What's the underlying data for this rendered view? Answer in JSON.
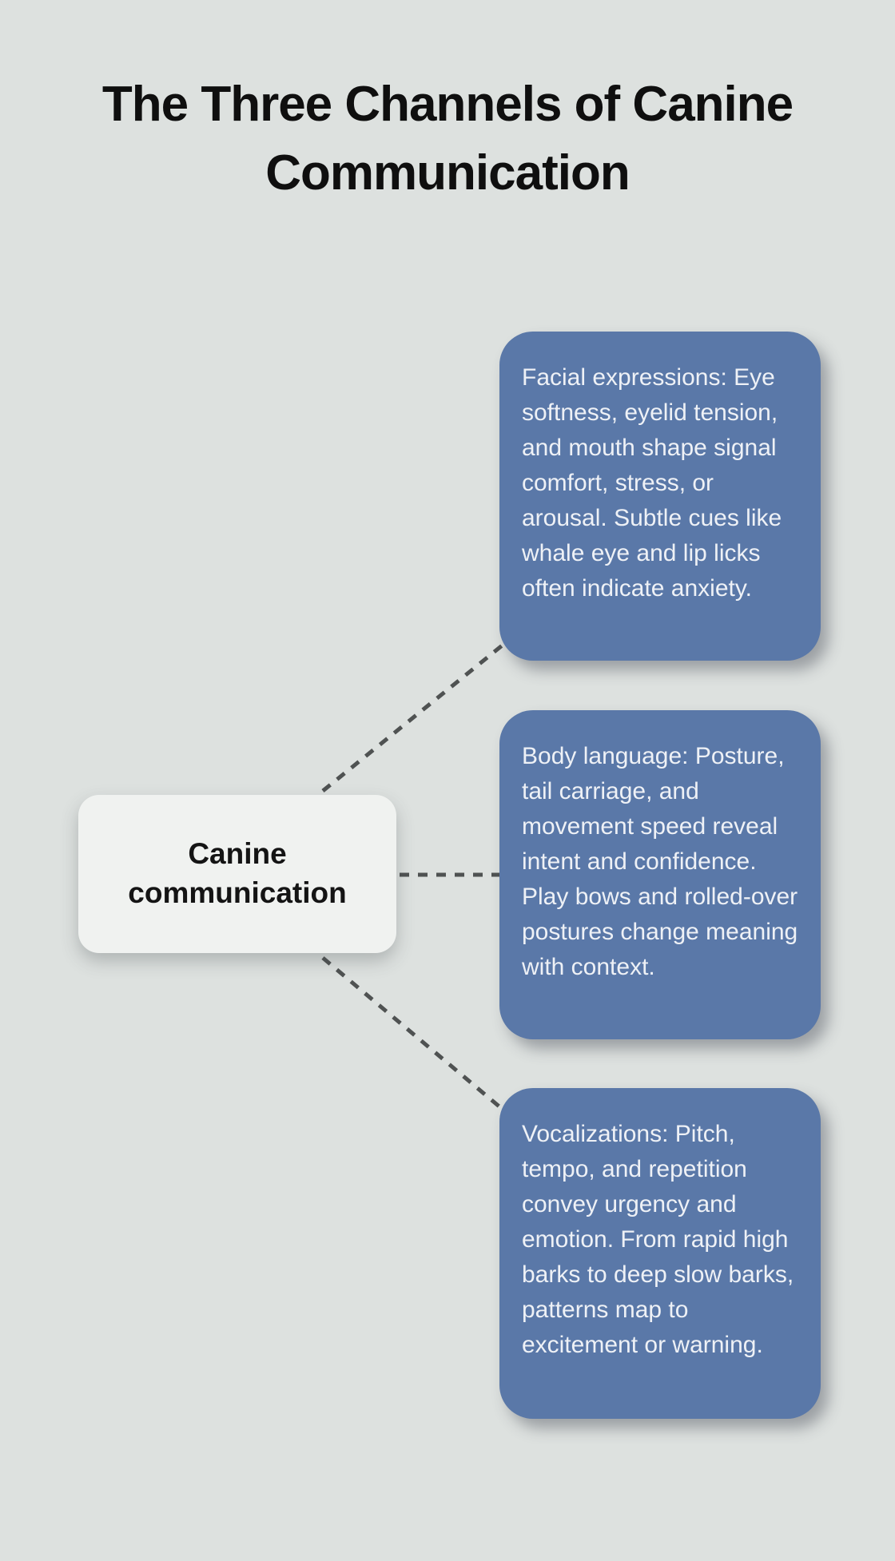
{
  "page": {
    "background_color": "#dde1df"
  },
  "title": {
    "text": "The Three Channels of Canine\nCommunication"
  },
  "diagram": {
    "center_node": {
      "label": "Canine communication",
      "background_color": "#f0f2f0",
      "text_color": "#141414"
    },
    "branch_nodes": [
      {
        "id": "facial-expressions",
        "text": "Facial expressions: Eye softness, eyelid tension, and mouth shape signal comfort, stress, or arousal. Subtle cues like whale eye and lip licks often indicate anxiety."
      },
      {
        "id": "body-language",
        "text": "Body language: Posture, tail carriage, and movement speed reveal intent and confidence. Play bows and rolled-over postures change meaning with context."
      },
      {
        "id": "vocalizations",
        "text": "Vocalizations: Pitch, tempo, and repetition convey urgency and emotion. From rapid high barks to deep slow barks, patterns map to excitement or warning."
      }
    ],
    "branch_color": "#5a78a8",
    "branch_text_color": "#eef1f6",
    "connector_color": "#4f5252",
    "connector_style": "dashed"
  }
}
